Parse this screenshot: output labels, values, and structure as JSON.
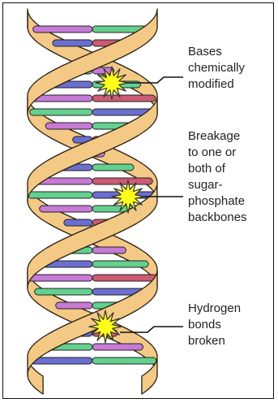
{
  "colors": {
    "backbone": "#f3c985",
    "backbone_stroke": "#2a2013",
    "purple": "#c77ad6",
    "green": "#63d18e",
    "blue": "#6b6fd1",
    "red": "#cc5b73",
    "star": "#ffff1a",
    "star_stroke": "#333333"
  },
  "annotations": [
    {
      "id": "bases-modified",
      "lines": [
        "Bases",
        "chemically",
        "modified"
      ]
    },
    {
      "id": "backbone-breakage",
      "lines": [
        "Breakage",
        "to one or",
        "both of",
        "sugar-",
        "phosphate",
        "backbones"
      ]
    },
    {
      "id": "hydrogen-bonds",
      "lines": [
        "Hydrogen",
        "bonds",
        "broken"
      ]
    }
  ]
}
